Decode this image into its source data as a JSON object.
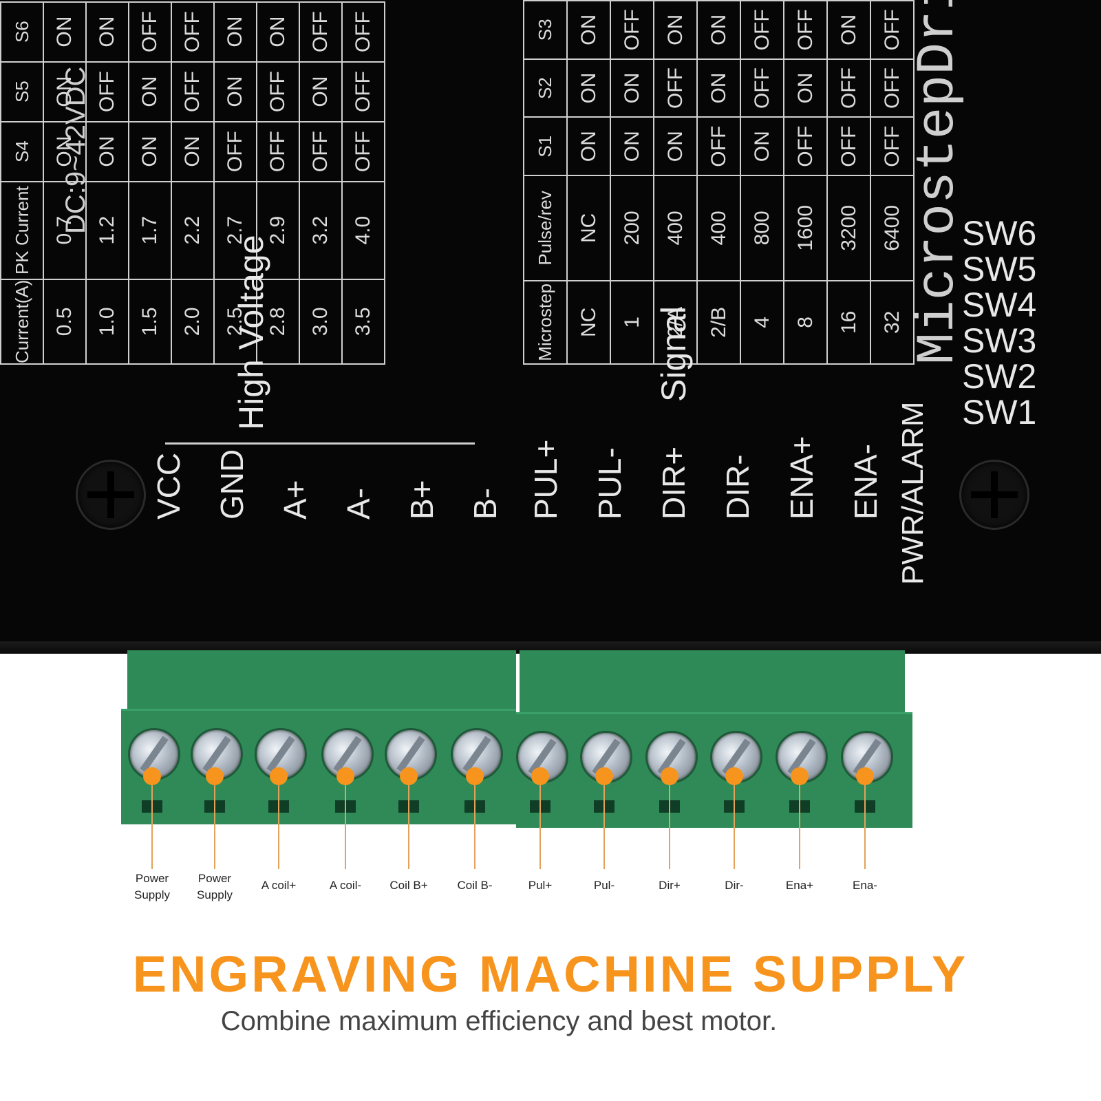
{
  "panel": {
    "title": "MicrostepDriver",
    "voltage": "DC:9~42VDC",
    "switches": [
      "SW6",
      "SW5",
      "SW4",
      "SW3",
      "SW2",
      "SW1"
    ],
    "current_table": {
      "headers": [
        "Current(A)",
        "PK Current",
        "S4",
        "S5",
        "S6"
      ],
      "rows": [
        [
          "0.5",
          "0.7",
          "ON",
          "ON",
          "ON"
        ],
        [
          "1.0",
          "1.2",
          "ON",
          "OFF",
          "ON"
        ],
        [
          "1.5",
          "1.7",
          "ON",
          "ON",
          "OFF"
        ],
        [
          "2.0",
          "2.2",
          "ON",
          "OFF",
          "OFF"
        ],
        [
          "2.5",
          "2.7",
          "OFF",
          "ON",
          "ON"
        ],
        [
          "2.8",
          "2.9",
          "OFF",
          "OFF",
          "ON"
        ],
        [
          "3.0",
          "3.2",
          "OFF",
          "ON",
          "OFF"
        ],
        [
          "3.5",
          "4.0",
          "OFF",
          "OFF",
          "OFF"
        ]
      ]
    },
    "microstep_table": {
      "headers": [
        "Microstep",
        "Pulse/rev",
        "S1",
        "S2",
        "S3"
      ],
      "rows": [
        [
          "NC",
          "NC",
          "ON",
          "ON",
          "ON"
        ],
        [
          "1",
          "200",
          "ON",
          "ON",
          "OFF"
        ],
        [
          "2/A",
          "400",
          "ON",
          "OFF",
          "ON"
        ],
        [
          "2/B",
          "400",
          "OFF",
          "ON",
          "ON"
        ],
        [
          "4",
          "800",
          "ON",
          "OFF",
          "OFF"
        ],
        [
          "8",
          "1600",
          "OFF",
          "ON",
          "OFF"
        ],
        [
          "16",
          "3200",
          "OFF",
          "OFF",
          "ON"
        ],
        [
          "32",
          "6400",
          "OFF",
          "OFF",
          "OFF"
        ]
      ]
    },
    "high_voltage_label": "High Voltage",
    "signal_label": "Signal",
    "hv_terminals": [
      "VCC",
      "GND",
      "A+",
      "A-",
      "B+",
      "B-"
    ],
    "signal_terminals": [
      "PUL+",
      "PUL-",
      "DIR+",
      "DIR-",
      "ENA+",
      "ENA-"
    ],
    "status_label": "PWR/ALARM"
  },
  "ports": [
    [
      "Power",
      "Supply"
    ],
    [
      "Power",
      "Supply"
    ],
    [
      "A coil+"
    ],
    [
      "A coil-"
    ],
    [
      "Coil B+"
    ],
    [
      "Coil B-"
    ],
    [
      "Pul+"
    ],
    [
      "Pul-"
    ],
    [
      "Dir+"
    ],
    [
      "Dir-"
    ],
    [
      "Ena+"
    ],
    [
      "Ena-"
    ]
  ],
  "headline": "ENGRAVING MACHINE SUPPLY",
  "subline": "Combine maximum efficiency and best motor.",
  "colors": {
    "accent": "#f7941d",
    "terminal_green": "#2f8a58",
    "driver_body": "#060606"
  }
}
